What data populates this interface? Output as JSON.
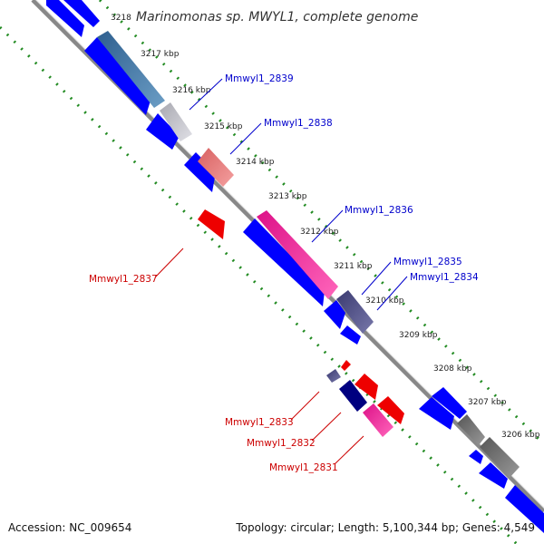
{
  "title": "Marinomonas sp. MWYL1, complete genome",
  "footer": {
    "accession": "Accession: NC_009654",
    "summary": "Topology: circular; Length: 5,100,344 bp; Genes: 4,549"
  },
  "ticks": [
    "3218",
    "3217 kbp",
    "3216 kbp",
    "3215 kbp",
    "3214 kbp",
    "3213 kbp",
    "3212 kbp",
    "3211 kbp",
    "3210 kbp",
    "3209 kbp",
    "3208 kbp",
    "3207 kbp",
    "3206 kbp"
  ],
  "gene_labels": {
    "mmwyl1_2839": "Mmwyl1_2839",
    "mmwyl1_2838": "Mmwyl1_2838",
    "mmwyl1_2836": "Mmwyl1_2836",
    "mmwyl1_2835": "Mmwyl1_2835",
    "mmwyl1_2834": "Mmwyl1_2834",
    "mmwyl1_2837": "Mmwyl1_2837",
    "mmwyl1_2833": "Mmwyl1_2833",
    "mmwyl1_2832": "Mmwyl1_2832",
    "mmwyl1_2831": "Mmwyl1_2831"
  },
  "colors": {
    "forward_strand": "#0000ff",
    "reverse_strand": "#ee0000",
    "forward_label": "#0000cc",
    "reverse_label": "#cc0000",
    "backbone": "#888888",
    "gc_dots": "#228b22"
  }
}
